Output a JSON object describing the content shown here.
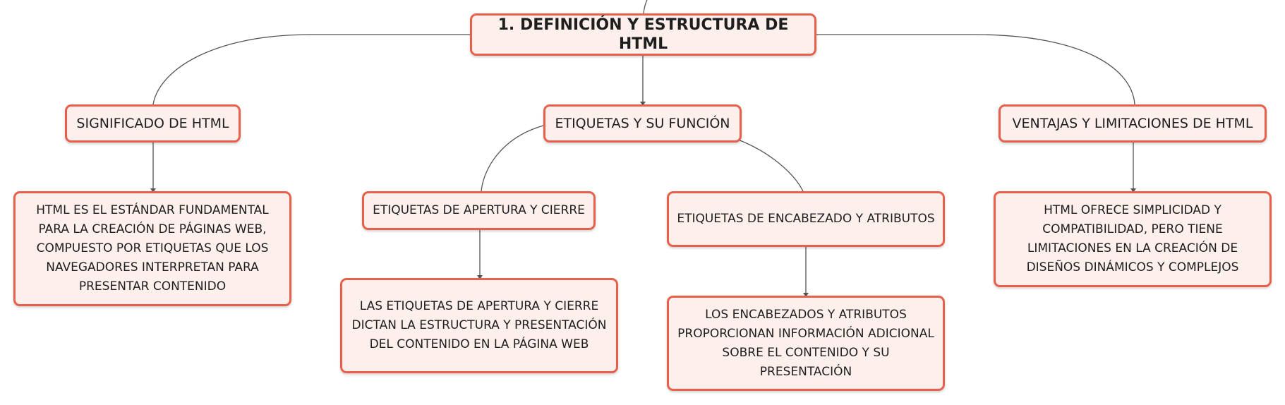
{
  "diagram": {
    "title": "",
    "root": {
      "id": "root",
      "label": "1. DEFINICIÓN Y ESTRUCTURA DE HTML"
    },
    "nodes": [
      {
        "id": "significado",
        "parent": "root",
        "label": "SIGNIFICADO DE HTML"
      },
      {
        "id": "etiquetas",
        "parent": "root",
        "label": "ETIQUETAS Y SU FUNCIÓN"
      },
      {
        "id": "ventajas",
        "parent": "root",
        "label": "VENTAJAS Y LIMITACIONES DE HTML"
      },
      {
        "id": "significado-detalle",
        "parent": "significado",
        "label": "HTML ES EL ESTÁNDAR FUNDAMENTAL PARA LA CREACIÓN DE PÁGINAS WEB, COMPUESTO POR ETIQUETAS QUE LOS NAVEGADORES INTERPRETAN PARA PRESENTAR CONTENIDO"
      },
      {
        "id": "apertura",
        "parent": "etiquetas",
        "label": "ETIQUETAS DE APERTURA Y CIERRE"
      },
      {
        "id": "encabezado",
        "parent": "etiquetas",
        "label": "ETIQUETAS DE ENCABEZADO Y ATRIBUTOS"
      },
      {
        "id": "apertura-detalle",
        "parent": "apertura",
        "label": "LAS ETIQUETAS DE APERTURA Y CIERRE DICTAN LA ESTRUCTURA Y PRESENTACIÓN DEL CONTENIDO EN LA PÁGINA WEB"
      },
      {
        "id": "encabezado-detalle",
        "parent": "encabezado",
        "label": "LOS ENCABEZADOS Y ATRIBUTOS PROPORCIONAN INFORMACIÓN ADICIONAL SOBRE EL CONTENIDO Y SU PRESENTACIÓN"
      },
      {
        "id": "ventajas-detalle",
        "parent": "ventajas",
        "label": "HTML OFRECE SIMPLICIDAD Y COMPATIBILIDAD, PERO TIENE LIMITACIONES EN LA CREACIÓN DE DISEÑOS DINÁMICOS Y COMPLEJOS"
      }
    ],
    "colors": {
      "node_border": "#e8604c",
      "node_fill": "#fdf0ec",
      "connector": "#555555",
      "text": "#1e1e1e"
    }
  }
}
